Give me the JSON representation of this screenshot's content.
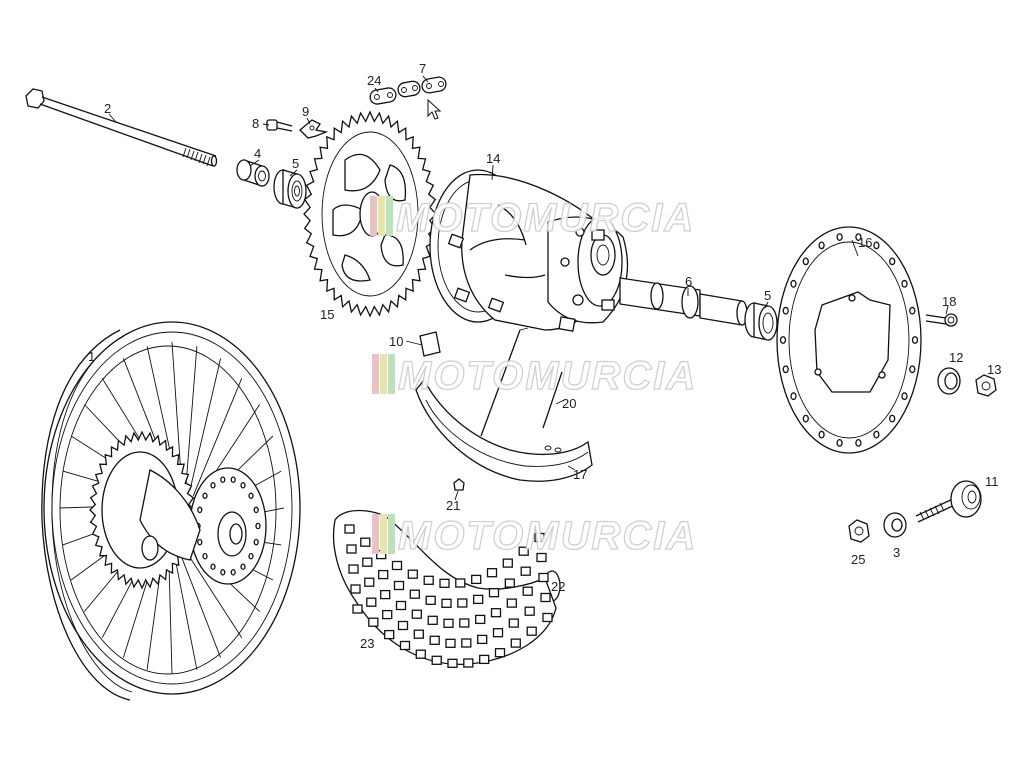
{
  "watermark": {
    "text": "MOTOMURCIA",
    "stripe_colors": [
      "#e8c3c3",
      "#e8e4b0",
      "#bfe0bf"
    ]
  },
  "parts": [
    {
      "id": "1"
    },
    {
      "id": "2"
    },
    {
      "id": "3"
    },
    {
      "id": "4"
    },
    {
      "id": "5"
    },
    {
      "id": "5"
    },
    {
      "id": "6"
    },
    {
      "id": "7"
    },
    {
      "id": "8"
    },
    {
      "id": "9"
    },
    {
      "id": "10"
    },
    {
      "id": "11"
    },
    {
      "id": "12"
    },
    {
      "id": "13"
    },
    {
      "id": "14"
    },
    {
      "id": "15"
    },
    {
      "id": "16"
    },
    {
      "id": "17"
    },
    {
      "id": "18"
    },
    {
      "id": "20"
    },
    {
      "id": "21"
    },
    {
      "id": "22"
    },
    {
      "id": "23"
    },
    {
      "id": "24"
    },
    {
      "id": "25"
    }
  ],
  "cursor": "mouse-pointer-icon"
}
